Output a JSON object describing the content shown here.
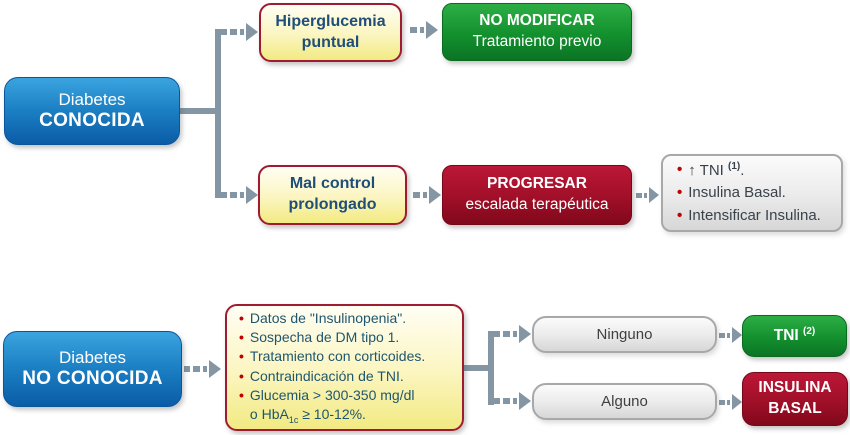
{
  "bullet": "•",
  "colors": {
    "root_blue_top": "#3BA4DF",
    "root_blue_bottom": "#0A5CA6",
    "condition_yellow": "#F8F2A6",
    "condition_border_red": "#9E1B32",
    "action_green": "#13902E",
    "action_dark_red": "#A00F28",
    "neutral_gray_box": "#E8E8E8",
    "connector_gray": "#8495A3",
    "bullet_red": "#C00000",
    "condition_text_blue": "#1F4E79"
  },
  "known": {
    "root": {
      "line1": "Diabetes",
      "line2": "CONOCIDA"
    },
    "cond_top": {
      "line1": "Hiperglucemia",
      "line2": "puntual"
    },
    "action_top": {
      "line1": "NO MODIFICAR",
      "line2": "Tratamiento previo"
    },
    "cond_bottom": {
      "line1": "Mal control",
      "line2": "prolongado"
    },
    "action_bottom": {
      "line1": "PROGRESAR",
      "line2": "escalada terapéutica"
    },
    "options": [
      {
        "text": "↑ TNI ",
        "sup": "(1)",
        "post": "."
      },
      {
        "text": "Insulina Basal."
      },
      {
        "text": "Intensificar Insulina."
      }
    ]
  },
  "unknown": {
    "root": {
      "line1": "Diabetes",
      "line2": "NO CONOCIDA"
    },
    "criteria": [
      {
        "text": "Datos de \"Insulinopenia\"."
      },
      {
        "text": "Sospecha de DM tipo 1."
      },
      {
        "text": "Tratamiento con corticoides."
      },
      {
        "text": "Contraindicación de TNI."
      },
      {
        "text": "Glucemia > 300-350 mg/dl"
      }
    ],
    "criteria_last_line2": {
      "pre": "o HbA",
      "sub": "1c",
      "post": " ≥ 10-12%."
    },
    "outcome_none": "Ninguno",
    "outcome_some": "Alguno",
    "action_none": {
      "text": "TNI ",
      "sup": "(2)"
    },
    "action_some": {
      "line1": "INSULINA",
      "line2": "BASAL"
    }
  }
}
